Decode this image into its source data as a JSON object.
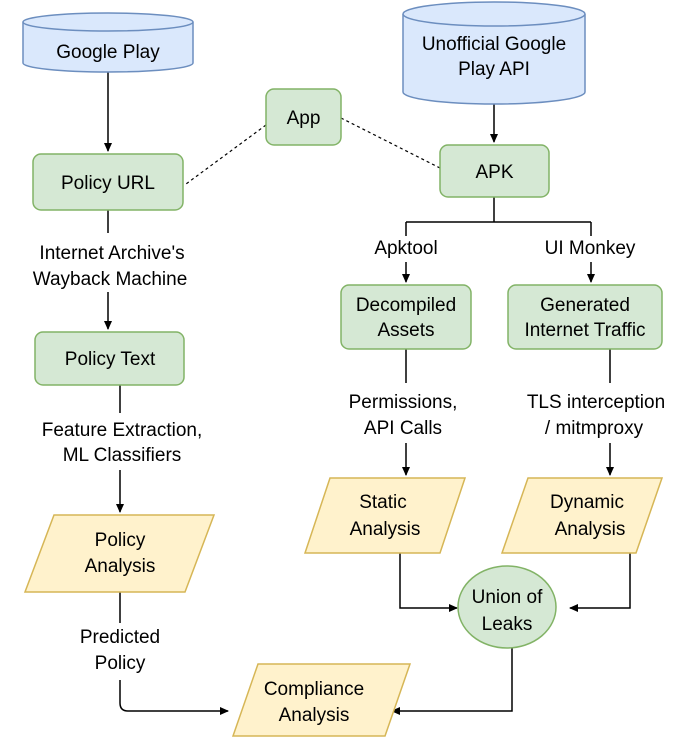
{
  "colors": {
    "cylinder_fill": "#dae8fc",
    "cylinder_stroke": "#6c8ebf",
    "process_fill": "#d5e8d4",
    "process_stroke": "#82b366",
    "data_fill": "#fff2cc",
    "data_stroke": "#d6b656",
    "edge": "#000000"
  },
  "nodes": {
    "google_play": "Google Play",
    "unofficial_api": [
      "Unofficial Google",
      "Play API"
    ],
    "app": "App",
    "policy_url": "Policy URL",
    "apk": "APK",
    "policy_text": "Policy Text",
    "decompiled_assets": [
      "Decompiled",
      "Assets"
    ],
    "generated_traffic": [
      "Generated",
      "Internet Traffic"
    ],
    "static_analysis": [
      "Static",
      "Analysis"
    ],
    "dynamic_analysis": [
      "Dynamic",
      "Analysis"
    ],
    "policy_analysis": [
      "Policy",
      "Analysis"
    ],
    "union_of_leaks": [
      "Union of",
      "Leaks"
    ],
    "compliance_analysis": [
      "Compliance",
      "Analysis"
    ]
  },
  "edge_labels": {
    "wayback": [
      "Internet Archive's",
      "Wayback Machine"
    ],
    "apktool": "Apktool",
    "ui_monkey": "UI Monkey",
    "permissions": [
      "Permissions,",
      "API Calls"
    ],
    "tls": [
      "TLS interception",
      "/ mitmproxy"
    ],
    "feature_extraction": [
      "Feature Extraction,",
      "ML Classifiers"
    ],
    "predicted_policy": [
      "Predicted",
      "Policy"
    ]
  }
}
